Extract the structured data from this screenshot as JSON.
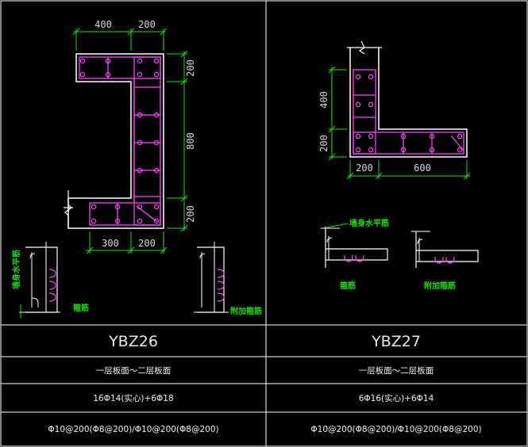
{
  "left": {
    "dims": {
      "top_a": "400",
      "top_b": "200",
      "right_a": "200",
      "right_b": "800",
      "right_c": "200",
      "bottom_a": "300",
      "bottom_b": "200"
    },
    "annotations": {
      "horizontal_bar": "墙身水平筋",
      "stirrup": "箍筋",
      "extra_stirrup": "附加箍筋"
    },
    "title": "YBZ26",
    "level": "一层板面～二层板面",
    "rebar": "16Φ14(实心)+6Φ18",
    "stirrups": "Φ10@200(Φ8@200)/Φ10@200(Φ8@200)"
  },
  "right": {
    "dims": {
      "left_a": "400",
      "left_b": "200",
      "bottom_a": "200",
      "bottom_b": "600"
    },
    "annotations": {
      "horizontal_bar": "墙身水平筋",
      "stirrup": "箍筋",
      "extra_stirrup": "附加箍筋"
    },
    "title": "YBZ27",
    "level": "一层板面～二层板面",
    "rebar": "6Φ16(实心)+6Φ14",
    "stirrups": "Φ10@200(Φ8@200)/Φ10@200(Φ8@200)"
  },
  "colors": {
    "background": "#000000",
    "frame": "#ffffff",
    "wall_outline": "#ffffff",
    "rebar": "#ff40ff",
    "dimension": "#16e000"
  }
}
